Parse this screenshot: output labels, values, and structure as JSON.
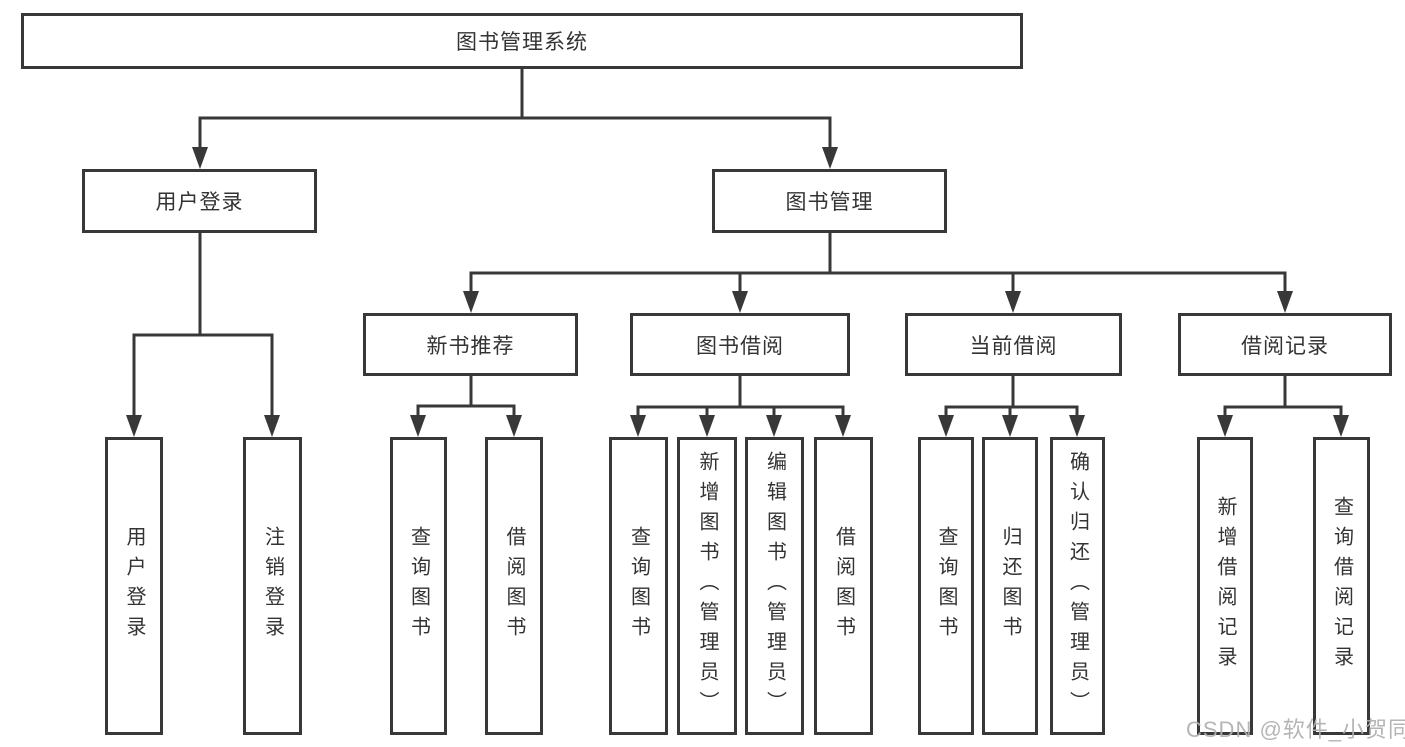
{
  "diagram": {
    "root": {
      "label": "图书管理系统"
    },
    "branches": [
      {
        "label": "用户登录",
        "children": [
          {
            "label": "用户登录"
          },
          {
            "label": "注销登录"
          }
        ]
      },
      {
        "label": "图书管理",
        "children": [
          {
            "label": "新书推荐",
            "children": [
              {
                "label": "查询图书"
              },
              {
                "label": "借阅图书"
              }
            ]
          },
          {
            "label": "图书借阅",
            "children": [
              {
                "label": "查询图书"
              },
              {
                "label": "新增图书（管理员）"
              },
              {
                "label": "编辑图书（管理员）"
              },
              {
                "label": "借阅图书"
              }
            ]
          },
          {
            "label": "当前借阅",
            "children": [
              {
                "label": "查询图书"
              },
              {
                "label": "归还图书"
              },
              {
                "label": "确认归还（管理员）"
              }
            ]
          },
          {
            "label": "借阅记录",
            "children": [
              {
                "label": "新增借阅记录"
              },
              {
                "label": "查询借阅记录"
              }
            ]
          }
        ]
      }
    ]
  },
  "watermark": "CSDN @软件_小贺同学",
  "colors": {
    "line": "#383838",
    "text": "#333333",
    "watermark": "#afafaf",
    "background": "#ffffff"
  }
}
